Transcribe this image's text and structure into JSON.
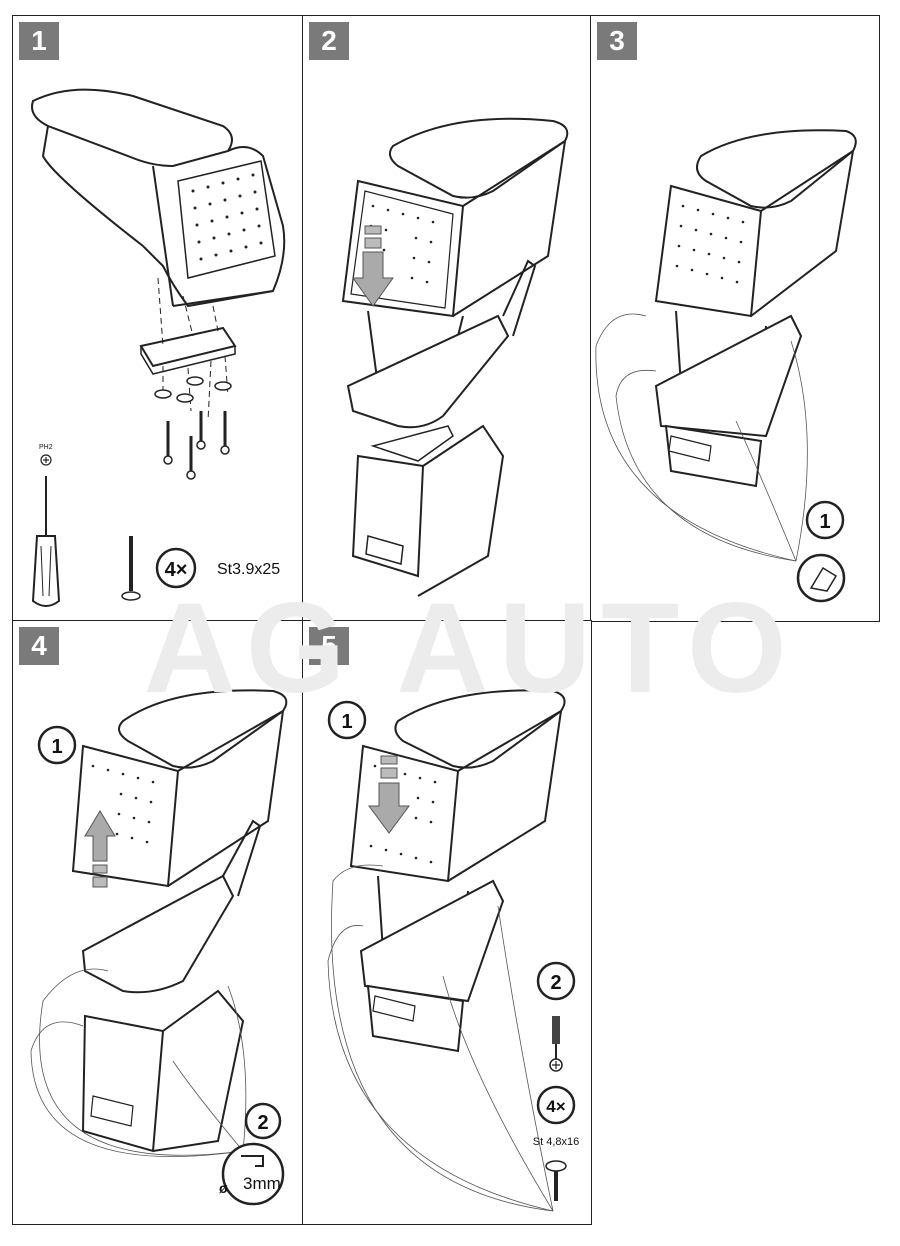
{
  "steps": [
    {
      "number": "1"
    },
    {
      "number": "2"
    },
    {
      "number": "3"
    },
    {
      "number": "4"
    },
    {
      "number": "5"
    }
  ],
  "step1": {
    "tool_label": "PH2",
    "screw_count": "4×",
    "screw_spec": "St3.9x25"
  },
  "step3": {
    "sub_step": "1"
  },
  "step4": {
    "sub_step_1": "1",
    "sub_step_2": "2",
    "drill_size": "3mm",
    "drill_symbol": "ø"
  },
  "step5": {
    "sub_step_1": "1",
    "sub_step_2": "2",
    "screw_count": "4×",
    "screw_spec": "St 4,8x16"
  },
  "watermark": "AG AUTO"
}
